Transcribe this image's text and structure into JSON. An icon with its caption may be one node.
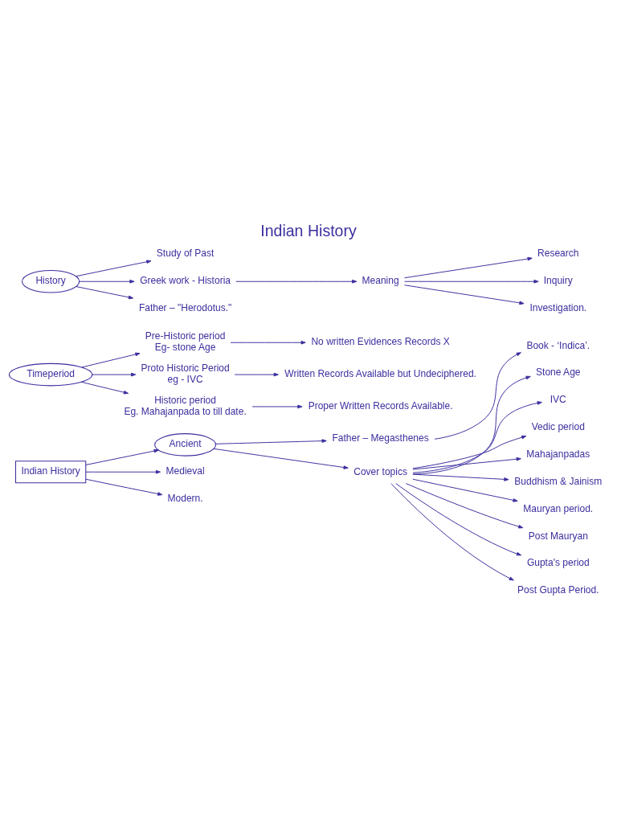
{
  "diagram": {
    "title": "Indian History",
    "nodes": [
      {
        "text": [
          "History"
        ]
      },
      {
        "text": [
          "Study of Past"
        ]
      },
      {
        "text": [
          "Greek work - Historia"
        ]
      },
      {
        "text": [
          "Meaning"
        ]
      },
      {
        "text": [
          "Research"
        ]
      },
      {
        "text": [
          "Inquiry"
        ]
      },
      {
        "text": [
          "Investigation."
        ]
      },
      {
        "text": [
          "Father – \"Herodotus.\""
        ]
      },
      {
        "text": [
          "Timeperiod"
        ]
      },
      {
        "text": [
          "Pre-Historic period",
          "Eg- stone Age"
        ]
      },
      {
        "text": [
          "No written Evidences Records X"
        ]
      },
      {
        "text": [
          "Proto Historic Period",
          "eg - IVC"
        ]
      },
      {
        "text": [
          "Written Records Available but Undeciphered."
        ]
      },
      {
        "text": [
          "Historic period",
          "Eg. Mahajanpada to till date."
        ]
      },
      {
        "text": [
          "Proper Written Records Available."
        ]
      },
      {
        "text": [
          "Indian History"
        ]
      },
      {
        "text": [
          "Ancient"
        ]
      },
      {
        "text": [
          "Medieval"
        ]
      },
      {
        "text": [
          "Modern."
        ]
      },
      {
        "text": [
          "Father – Megasthenes"
        ]
      },
      {
        "text": [
          "Book - ‘Indica’."
        ]
      },
      {
        "text": [
          "Cover topics"
        ]
      },
      {
        "text": [
          "Stone Age"
        ]
      },
      {
        "text": [
          "IVC"
        ]
      },
      {
        "text": [
          "Vedic period"
        ]
      },
      {
        "text": [
          "Mahajanpadas"
        ]
      },
      {
        "text": [
          "Buddhism & Jainism"
        ]
      },
      {
        "text": [
          "Mauryan period."
        ]
      },
      {
        "text": [
          "Post Mauryan"
        ]
      },
      {
        "text": [
          "Gupta's period"
        ]
      },
      {
        "text": [
          "Post Gupta Period."
        ]
      }
    ],
    "edges": [
      {
        "from": 0,
        "to": 1,
        "arrow": "to"
      },
      {
        "from": 0,
        "to": 2,
        "arrow": "to"
      },
      {
        "from": 0,
        "to": 7,
        "arrow": "to"
      },
      {
        "from": 2,
        "to": 3,
        "arrow": "to"
      },
      {
        "from": 3,
        "to": 4,
        "arrow": "to"
      },
      {
        "from": 3,
        "to": 5,
        "arrow": "to"
      },
      {
        "from": 3,
        "to": 6,
        "arrow": "to"
      },
      {
        "from": 8,
        "to": 9,
        "arrow": "to"
      },
      {
        "from": 8,
        "to": 11,
        "arrow": "to"
      },
      {
        "from": 8,
        "to": 13,
        "arrow": "to"
      },
      {
        "from": 9,
        "to": 10,
        "arrow": "to"
      },
      {
        "from": 11,
        "to": 12,
        "arrow": "to"
      },
      {
        "from": 13,
        "to": 14,
        "arrow": "to"
      },
      {
        "from": 15,
        "to": 16,
        "arrow": "to"
      },
      {
        "from": 15,
        "to": 17,
        "arrow": "to"
      },
      {
        "from": 15,
        "to": 18,
        "arrow": "to"
      },
      {
        "from": 16,
        "to": 19,
        "arrow": "to"
      },
      {
        "from": 16,
        "to": 21,
        "arrow": "to"
      },
      {
        "from": 19,
        "to": 20,
        "arrow": "to"
      },
      {
        "from": 21,
        "to": 22,
        "arrow": "to"
      },
      {
        "from": 21,
        "to": 23,
        "arrow": "to"
      },
      {
        "from": 21,
        "to": 24,
        "arrow": "to"
      },
      {
        "from": 21,
        "to": 25,
        "arrow": "to"
      },
      {
        "from": 21,
        "to": 26,
        "arrow": "to"
      },
      {
        "from": 21,
        "to": 27,
        "arrow": "to"
      },
      {
        "from": 21,
        "to": 28,
        "arrow": "to"
      },
      {
        "from": 21,
        "to": 29,
        "arrow": "to"
      },
      {
        "from": 21,
        "to": 30,
        "arrow": "to"
      }
    ]
  }
}
